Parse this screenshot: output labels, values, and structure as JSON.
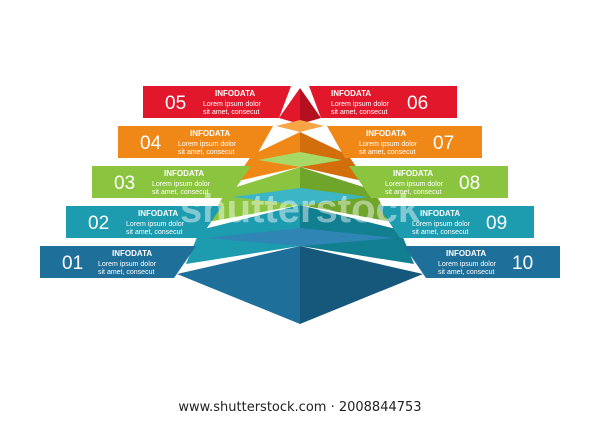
{
  "layers": [
    {
      "name": "red",
      "color": "#e3172b",
      "dark": "#b5101f",
      "top": "#f44c5a"
    },
    {
      "name": "orange",
      "color": "#f08818",
      "dark": "#d26f0c",
      "top": "#f7a545"
    },
    {
      "name": "green",
      "color": "#8bc53f",
      "dark": "#6ea52a",
      "top": "#a8d865"
    },
    {
      "name": "teal",
      "color": "#1c9cae",
      "dark": "#117f90",
      "top": "#3cb6c6"
    },
    {
      "name": "blue",
      "color": "#1f6f9b",
      "dark": "#16587c",
      "top": "#2f86b4"
    }
  ],
  "left_labels": [
    {
      "number": "05",
      "title": "INFODATA",
      "line1": "Lorem ipsum dolor",
      "line2": "sit amet, consecut",
      "color": "#e3172b"
    },
    {
      "number": "04",
      "title": "INFODATA",
      "line1": "Lorem ipsum dolor",
      "line2": "sit amet, consecut",
      "color": "#f08818"
    },
    {
      "number": "03",
      "title": "INFODATA",
      "line1": "Lorem ipsum dolor",
      "line2": "sit amet, consecut",
      "color": "#8bc53f"
    },
    {
      "number": "02",
      "title": "INFODATA",
      "line1": "Lorem ipsum dolor",
      "line2": "sit amet, consecut",
      "color": "#1c9cae"
    },
    {
      "number": "01",
      "title": "INFODATA",
      "line1": "Lorem ipsum dolor",
      "line2": "sit amet, consecut",
      "color": "#1f6f9b"
    }
  ],
  "right_labels": [
    {
      "number": "06",
      "title": "INFODATA",
      "line1": "Lorem ipsum dolor",
      "line2": "sit amet, consecut",
      "color": "#e3172b"
    },
    {
      "number": "07",
      "title": "INFODATA",
      "line1": "Lorem ipsum dolor",
      "line2": "sit amet, consecut",
      "color": "#f08818"
    },
    {
      "number": "08",
      "title": "INFODATA",
      "line1": "Lorem ipsum dolor",
      "line2": "sit amet, consecut",
      "color": "#8bc53f"
    },
    {
      "number": "09",
      "title": "INFODATA",
      "line1": "Lorem ipsum dolor",
      "line2": "sit amet, consecut",
      "color": "#1c9cae"
    },
    {
      "number": "10",
      "title": "INFODATA",
      "line1": "Lorem ipsum dolor",
      "line2": "sit amet, consecut",
      "color": "#1f6f9b"
    }
  ],
  "watermark": "shutterstock",
  "footer": "www.shutterstock.com · 2008844753"
}
